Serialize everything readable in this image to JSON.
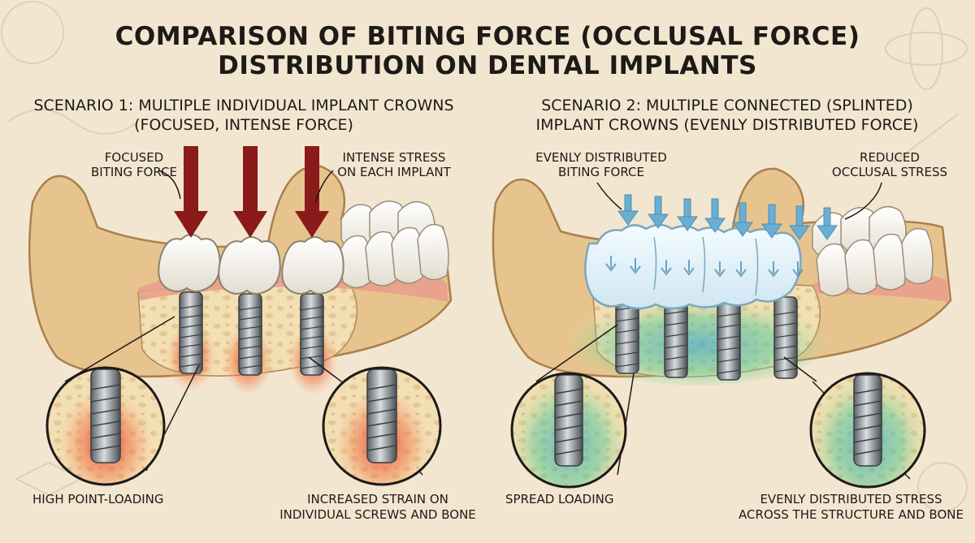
{
  "title": {
    "line1": "COMPARISON OF BITING FORCE (OCCLUSAL FORCE)",
    "line2": "DISTRIBUTION ON DENTAL IMPLANTS"
  },
  "scenario1": {
    "heading_line1": "SCENARIO 1: MULTIPLE INDIVIDUAL IMPLANT CROWNS",
    "heading_line2": "(FOCUSED, INTENSE FORCE)",
    "focused_line1": "FOCUSED",
    "focused_line2": "BITING FORCE",
    "intense_line1": "INTENSE STRESS",
    "intense_line2": "ON EACH IMPLANT",
    "high_point": "HIGH POINT-LOADING",
    "strain_line1": "INCREASED STRAIN ON",
    "strain_line2": "INDIVIDUAL SCREWS AND BONE"
  },
  "scenario2": {
    "heading_line1": "SCENARIO 2: MULTIPLE CONNECTED (SPLINTED)",
    "heading_line2": "IMPLANT CROWNS (EVENLY DISTRIBUTED FORCE)",
    "evenly_line1": "EVENLY DISTRIBUTED",
    "evenly_line2": "BITING FORCE",
    "reduced_line1": "REDUCED",
    "reduced_line2": "OCCLUSAL STRESS",
    "spread": "SPREAD LOADING",
    "evenstress_line1": "EVENLY DISTRIBUTED STRESS",
    "evenstress_line2": "ACROSS THE STRUCTURE AND BONE"
  },
  "colors": {
    "background": "#f3e6d0",
    "jaw": "#e7c48d",
    "gum": "#e9a08c",
    "force_arrow_red": "#8b1a1a",
    "force_arrow_blue": "#6aaed3",
    "stress_red": "#e0332a",
    "stress_green_blue": "#3fc0b4"
  }
}
